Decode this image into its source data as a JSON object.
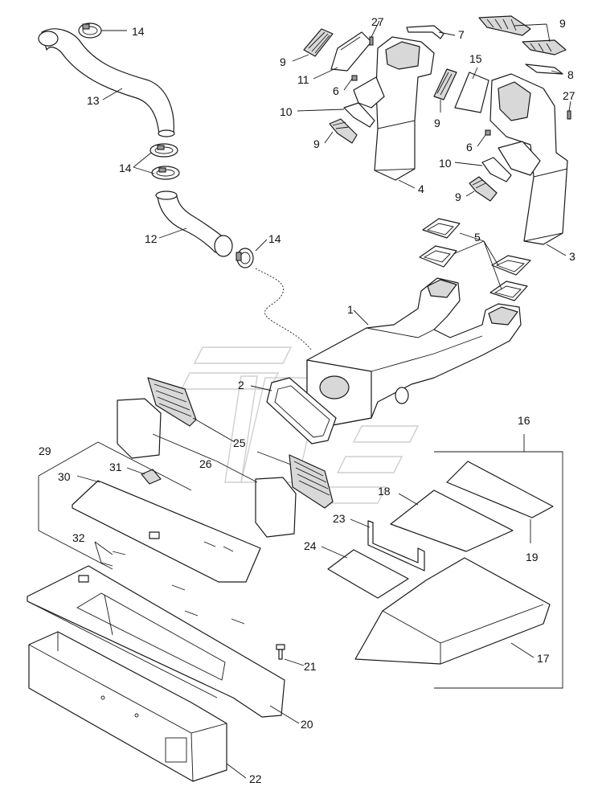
{
  "callouts": [
    {
      "id": "c14a",
      "text": "14"
    },
    {
      "id": "c13",
      "text": "13"
    },
    {
      "id": "c14b",
      "text": "14"
    },
    {
      "id": "c12",
      "text": "12"
    },
    {
      "id": "c14c",
      "text": "14"
    },
    {
      "id": "c27a",
      "text": "27"
    },
    {
      "id": "c7",
      "text": "7"
    },
    {
      "id": "c9a",
      "text": "9"
    },
    {
      "id": "c9b",
      "text": "9"
    },
    {
      "id": "c11",
      "text": "11"
    },
    {
      "id": "c6a",
      "text": "6"
    },
    {
      "id": "c15",
      "text": "15"
    },
    {
      "id": "c8",
      "text": "8"
    },
    {
      "id": "c27b",
      "text": "27"
    },
    {
      "id": "c10a",
      "text": "10"
    },
    {
      "id": "c9c",
      "text": "9"
    },
    {
      "id": "c9d",
      "text": "9"
    },
    {
      "id": "c6b",
      "text": "6"
    },
    {
      "id": "c10b",
      "text": "10"
    },
    {
      "id": "c9e",
      "text": "9"
    },
    {
      "id": "c4",
      "text": "4"
    },
    {
      "id": "c5",
      "text": "5"
    },
    {
      "id": "c3",
      "text": "3"
    },
    {
      "id": "c1",
      "text": "1"
    },
    {
      "id": "c2",
      "text": "2"
    },
    {
      "id": "c16",
      "text": "16"
    },
    {
      "id": "c25",
      "text": "25"
    },
    {
      "id": "c29",
      "text": "29"
    },
    {
      "id": "c31",
      "text": "31"
    },
    {
      "id": "c26",
      "text": "26"
    },
    {
      "id": "c30",
      "text": "30"
    },
    {
      "id": "c18",
      "text": "18"
    },
    {
      "id": "c23",
      "text": "23"
    },
    {
      "id": "c19",
      "text": "19"
    },
    {
      "id": "c32",
      "text": "32"
    },
    {
      "id": "c24",
      "text": "24"
    },
    {
      "id": "c17",
      "text": "17"
    },
    {
      "id": "c21",
      "text": "21"
    },
    {
      "id": "c20",
      "text": "20"
    },
    {
      "id": "c22",
      "text": "22"
    }
  ],
  "colors": {
    "ink": "#1a1a1a",
    "paper": "#ffffff",
    "shade": "#d8d8d8",
    "watermark": "#cfcfcf"
  }
}
